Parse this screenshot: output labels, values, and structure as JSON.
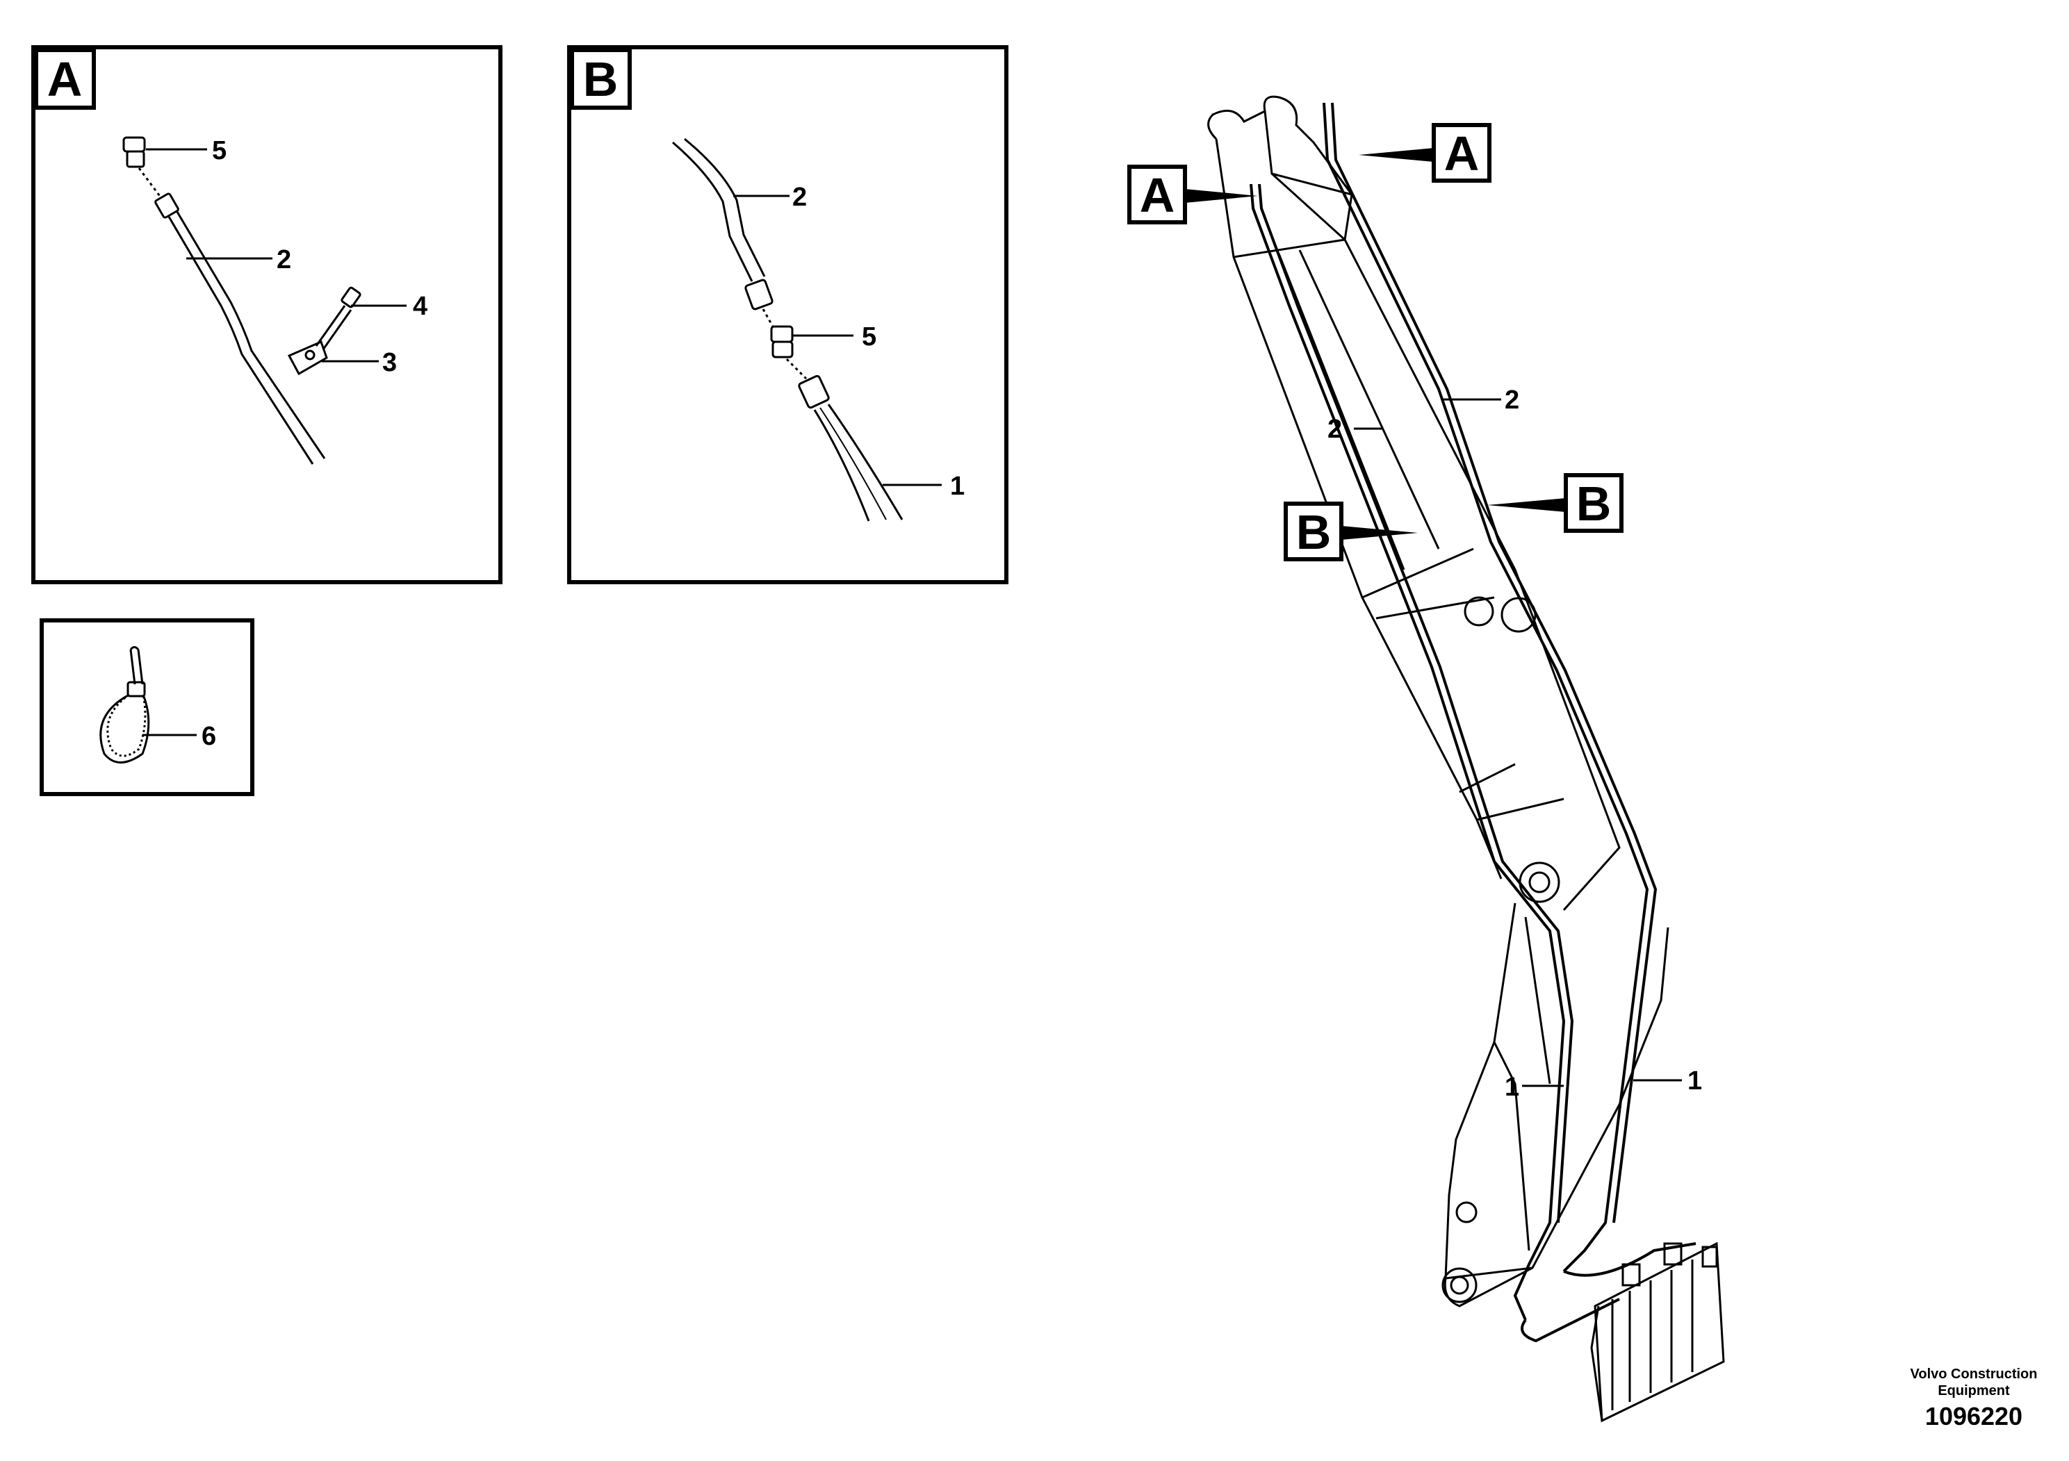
{
  "detail_a": {
    "tag": "A",
    "callouts": {
      "c5": "5",
      "c2": "2",
      "c4": "4",
      "c3": "3"
    }
  },
  "detail_b": {
    "tag": "B",
    "callouts": {
      "c2": "2",
      "c5": "5",
      "c1": "1"
    }
  },
  "detail_tie": {
    "callouts": {
      "c6": "6"
    }
  },
  "main_view": {
    "tags": {
      "a_left": "A",
      "a_right": "A",
      "b_left": "B",
      "b_right": "B"
    },
    "callouts": {
      "c2_right": "2",
      "c2_left": "2",
      "c1_left": "1",
      "c1_right": "1"
    }
  },
  "credit": {
    "brand": "Volvo Construction Equipment",
    "doc_number": "1096220"
  }
}
